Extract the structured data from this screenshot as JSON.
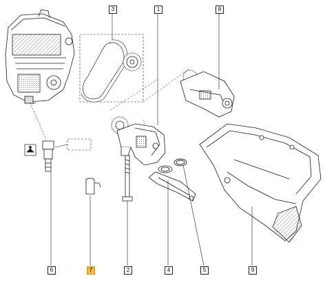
{
  "callouts": [
    {
      "label": "1"
    },
    {
      "label": "2"
    },
    {
      "label": "3"
    },
    {
      "label": "4"
    },
    {
      "label": "5"
    },
    {
      "label": "6"
    },
    {
      "label": "7",
      "highlighted": true
    },
    {
      "label": "8"
    },
    {
      "label": "9"
    }
  ],
  "colors": {
    "line": "#1a1a1a",
    "highlight": "#f5b945"
  },
  "icons": [
    "engine-block-icon",
    "oil-pressure-sensor-icon",
    "oil-can-icon"
  ]
}
